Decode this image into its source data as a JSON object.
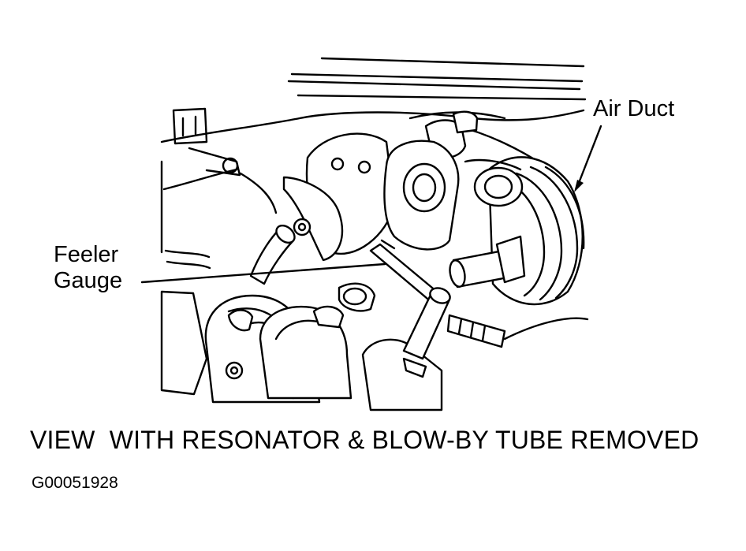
{
  "callouts": {
    "air_duct": "Air Duct",
    "feeler_gauge_line1": "Feeler",
    "feeler_gauge_line2": "Gauge"
  },
  "caption": "VIEW  WITH RESONATOR & BLOW-BY TUBE REMOVED",
  "figure_id": "G00051928"
}
